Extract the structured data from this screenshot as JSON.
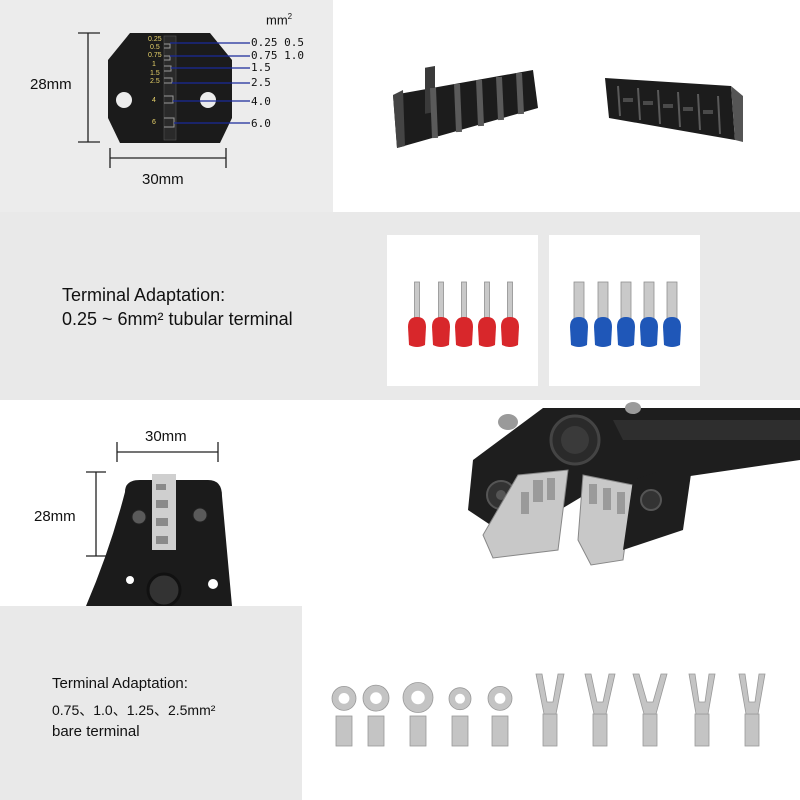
{
  "section1": {
    "dim_height": "28mm",
    "dim_width": "30mm",
    "unit_label": "mm",
    "unit_exp": "2",
    "die_labels_left": [
      "0.25",
      "0.5",
      "0.75",
      "1",
      "1.5",
      "2.5",
      "4",
      "6"
    ],
    "sizes": [
      {
        "a": "0.25",
        "b": "0.5"
      },
      {
        "a": "0.75",
        "b": "1.0"
      },
      {
        "a": "1.5",
        "b": ""
      },
      {
        "a": "2.5",
        "b": ""
      },
      {
        "a": "4.0",
        "b": ""
      },
      {
        "a": "6.0",
        "b": ""
      }
    ]
  },
  "section2": {
    "title": "Terminal Adaptation:",
    "subtitle": "0.25 ~ 6mm² tubular terminal"
  },
  "section3": {
    "dim_width": "30mm",
    "dim_height": "28mm"
  },
  "section4": {
    "title": "Terminal Adaptation:",
    "line1": "0.75、1.0、1.25、2.5mm²",
    "line2": "bare terminal"
  },
  "colors": {
    "ferrule_red": "#d8272b",
    "ferrule_blue": "#1f57b8",
    "panel_gray": "#e9e9e9",
    "metal": "#bdbdbd",
    "die_black": "#1b1b1b",
    "die_label_yellow": "#e8d36a",
    "line_blue": "#1a2a9a"
  }
}
